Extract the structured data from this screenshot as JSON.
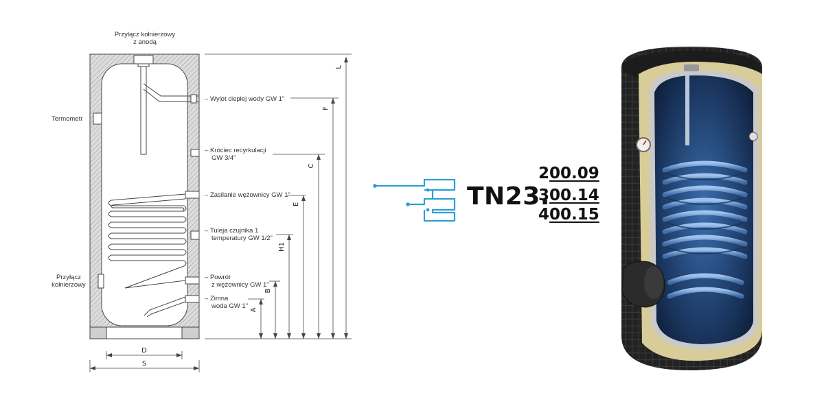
{
  "diagram": {
    "labels": {
      "anode_flange": [
        "Przyłącz kołnierzowy",
        "z anodą"
      ],
      "thermometer": "Termometr",
      "flange": [
        "Przyłącz",
        "kołnierzowy"
      ],
      "hot_water_outlet": "Wylot ciepłej wody GW 1\"",
      "recirculation": [
        "Króciec recyrkulacji",
        "GW 3/4\""
      ],
      "coil_supply": "Zasilanie wężownicy GW 1\"",
      "sensor_sleeve": [
        "Tuleja czujnika 1",
        "temperatury GW 1/2\""
      ],
      "coil_return": [
        "Powrót",
        "z wężownicy GW 1\""
      ],
      "cold_water": [
        "Zimna",
        "woda GW 1\""
      ]
    },
    "dimensions": [
      "L",
      "F",
      "C",
      "E",
      "H1",
      "B",
      "A",
      "D",
      "S"
    ]
  },
  "model": {
    "prefix": "TN23.",
    "variants": [
      {
        "lead": "2",
        "rest": "00.09"
      },
      {
        "lead": "3",
        "rest": "00.14"
      },
      {
        "lead": "4",
        "rest": "00.15"
      }
    ]
  },
  "colors": {
    "logo": "#2a9fd6",
    "insulation": "#d6d6d6",
    "tank_interior": "#1d3b66"
  }
}
